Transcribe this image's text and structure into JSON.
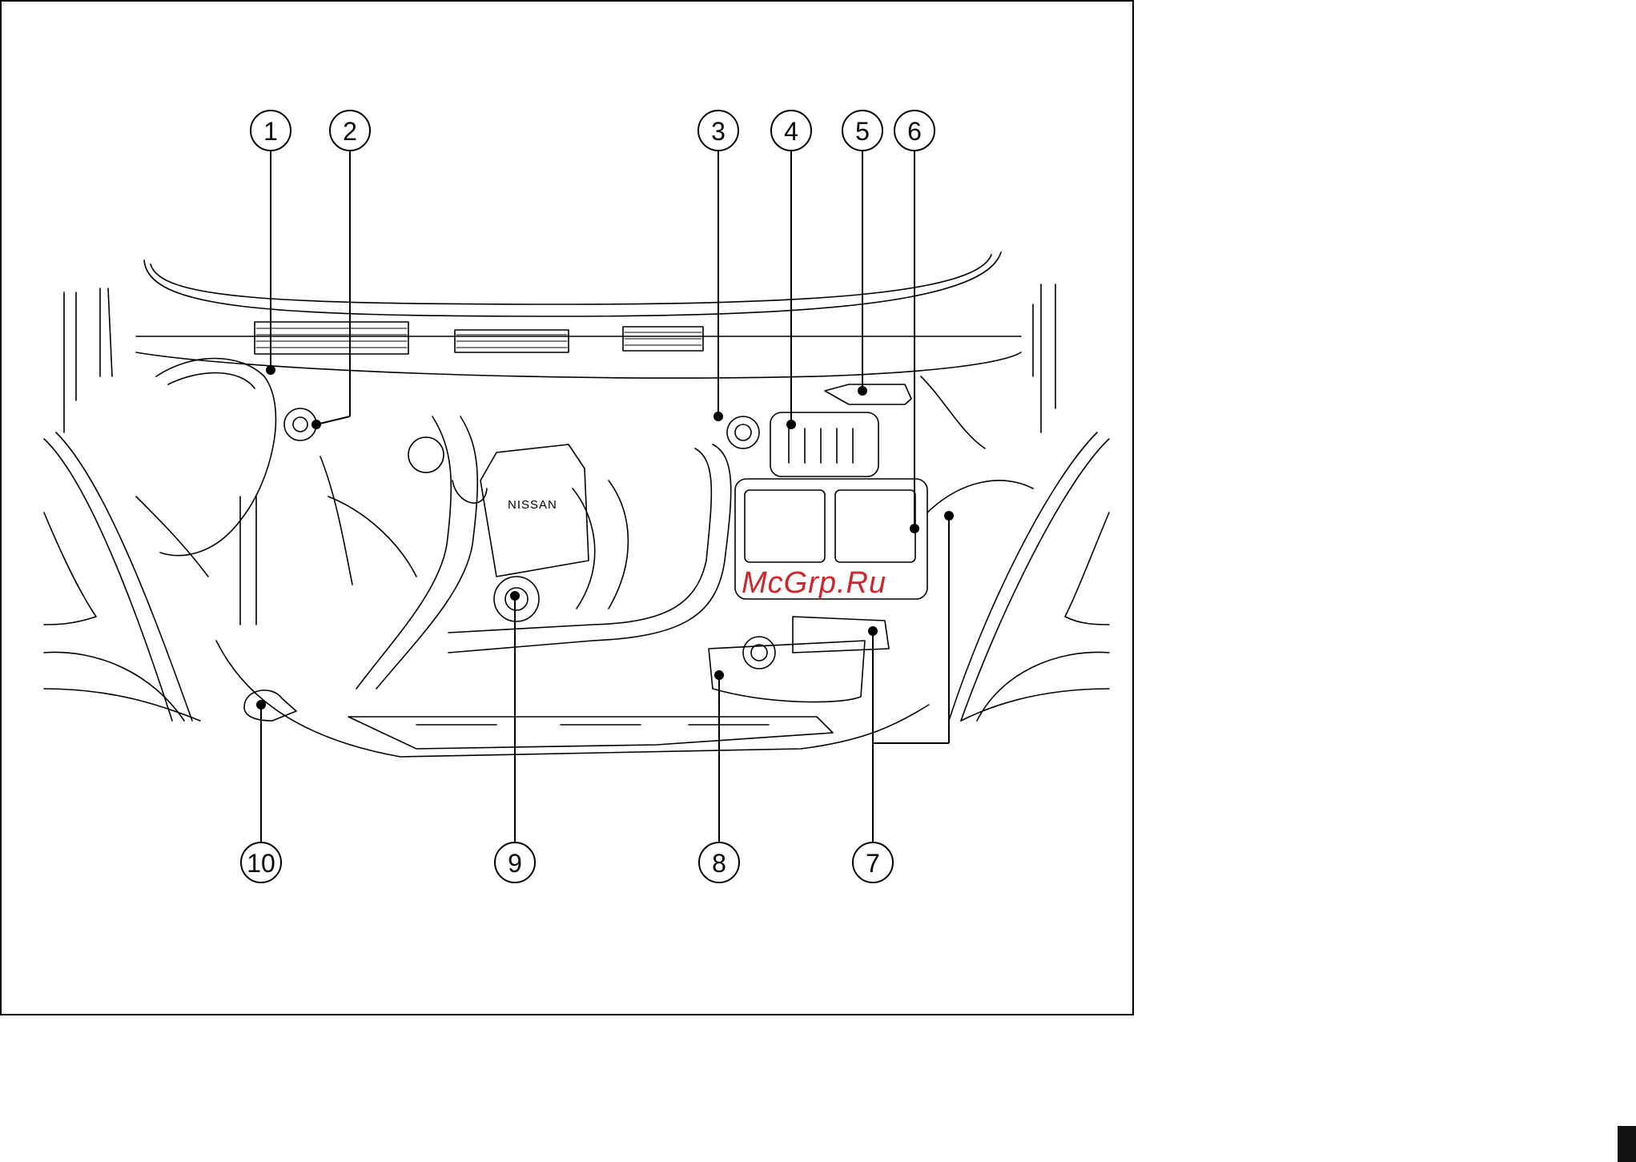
{
  "diagram": {
    "engine_brand_text": "NISSAN",
    "watermark": "McGrp.Ru",
    "callouts": [
      {
        "id": "1",
        "label": "1"
      },
      {
        "id": "2",
        "label": "2"
      },
      {
        "id": "3",
        "label": "3"
      },
      {
        "id": "4",
        "label": "4"
      },
      {
        "id": "5",
        "label": "5"
      },
      {
        "id": "6",
        "label": "6"
      },
      {
        "id": "7",
        "label": "7"
      },
      {
        "id": "8",
        "label": "8"
      },
      {
        "id": "9",
        "label": "9"
      },
      {
        "id": "10",
        "label": "10"
      }
    ]
  },
  "colors": {
    "line": "#000000",
    "watermark": "#c8282e",
    "background": "#ffffff"
  }
}
